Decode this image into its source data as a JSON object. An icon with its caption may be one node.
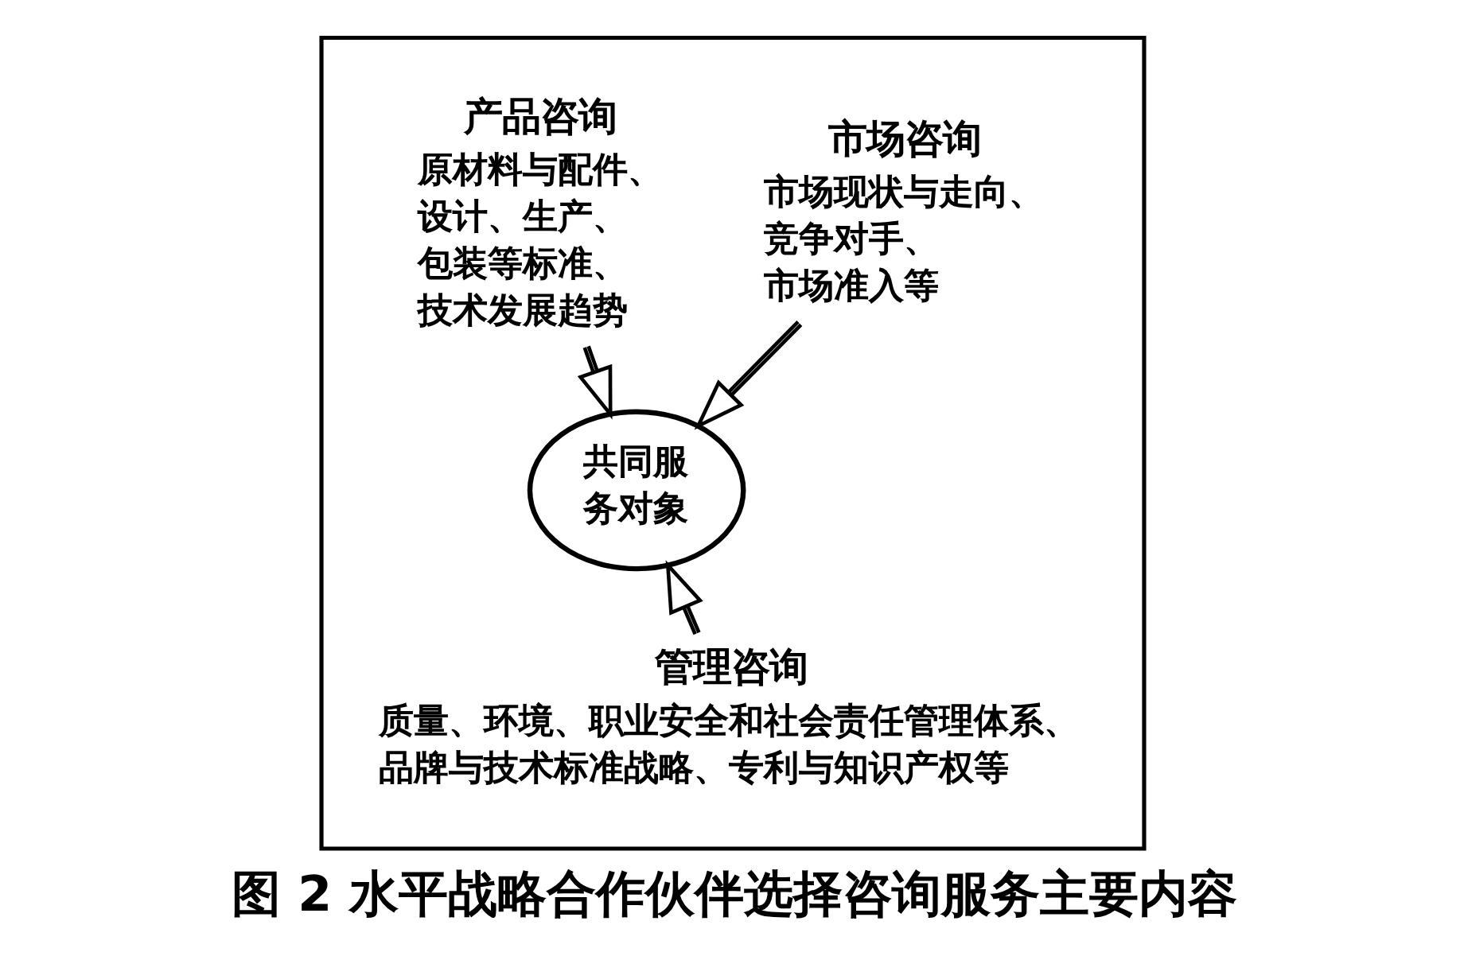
{
  "diagram": {
    "caption": "图 2 水平战略合作伙伴选择咨询服务主要内容",
    "nodes": [
      {
        "text": [],
        "shape": "box"
      },
      {
        "text": [
          "产品咨询",
          "原材料与配件、设计、生产、包装等标准、技术发展趋势"
        ],
        "in": 0
      },
      {
        "text": [
          "市场咨询",
          "市场现状与走向、竞争对手、市场准入等"
        ],
        "in": 0
      },
      {
        "text": [
          "共同服务对象"
        ],
        "in": 0
      },
      {
        "text": [
          "管理咨询",
          "质量、环境、职业安全和社会责任管理体系、品牌与技术标准战略、专利与知识产权等"
        ],
        "in": 0
      }
    ],
    "edges": [
      {
        "from": 1,
        "to": 3,
        "arrow": "to"
      },
      {
        "from": 2,
        "to": 3,
        "arrow": "to"
      },
      {
        "from": 4,
        "to": 3,
        "arrow": "to"
      }
    ]
  }
}
